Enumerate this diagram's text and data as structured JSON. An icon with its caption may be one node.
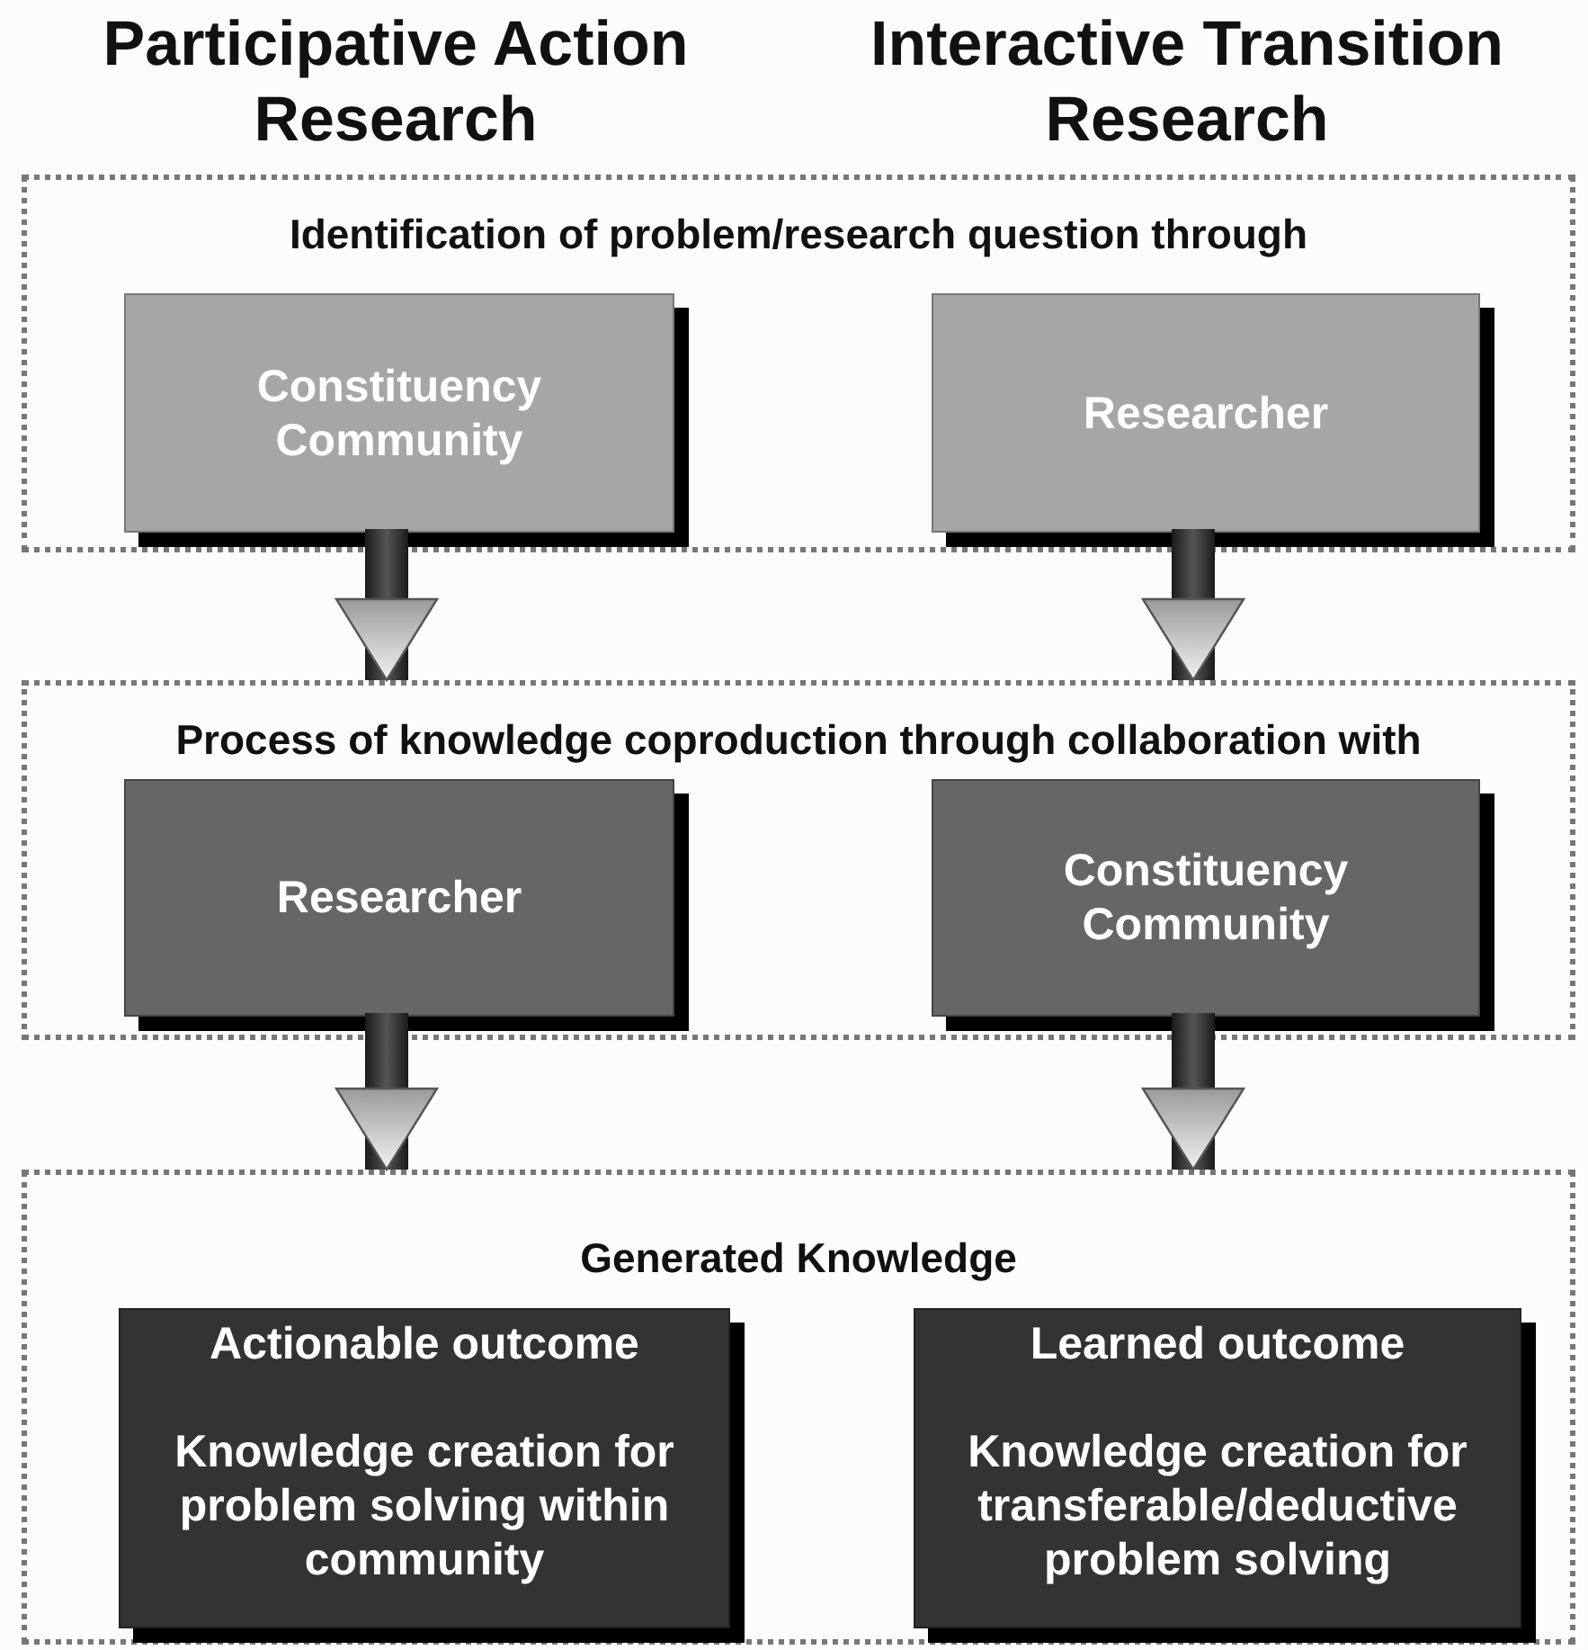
{
  "diagram": {
    "nodes": [
      {
        "text": [
          "Identification of problem/research question through"
        ]
      },
      {
        "text": [
          "Constituency Community"
        ],
        "in": 0
      },
      {
        "text": [
          "Researcher"
        ],
        "in": 0
      },
      {
        "text": [
          "Process of knowledge coproduction through collaboration with"
        ]
      },
      {
        "text": [
          "Researcher"
        ],
        "in": 3
      },
      {
        "text": [
          "Constituency Community"
        ],
        "in": 3
      },
      {
        "text": [
          "Generated Knowledge"
        ]
      },
      {
        "text": [
          "Actionable outcome",
          "Knowledge creation for problem solving within community"
        ],
        "in": 6
      },
      {
        "text": [
          "Learned outcome",
          "Knowledge creation for transferable/deductive problem solving"
        ],
        "in": 6
      }
    ],
    "edges": [
      {
        "from": 1,
        "to": 3,
        "arrow": "to",
        "style": "thick"
      },
      {
        "from": 2,
        "to": 3,
        "arrow": "to",
        "style": "thick"
      },
      {
        "from": 4,
        "to": 6,
        "arrow": "to",
        "style": "thick"
      },
      {
        "from": 5,
        "to": 6,
        "arrow": "to",
        "style": "thick"
      }
    ],
    "labels": [
      "Participative Action Research",
      "Interactive Transition Research"
    ]
  }
}
